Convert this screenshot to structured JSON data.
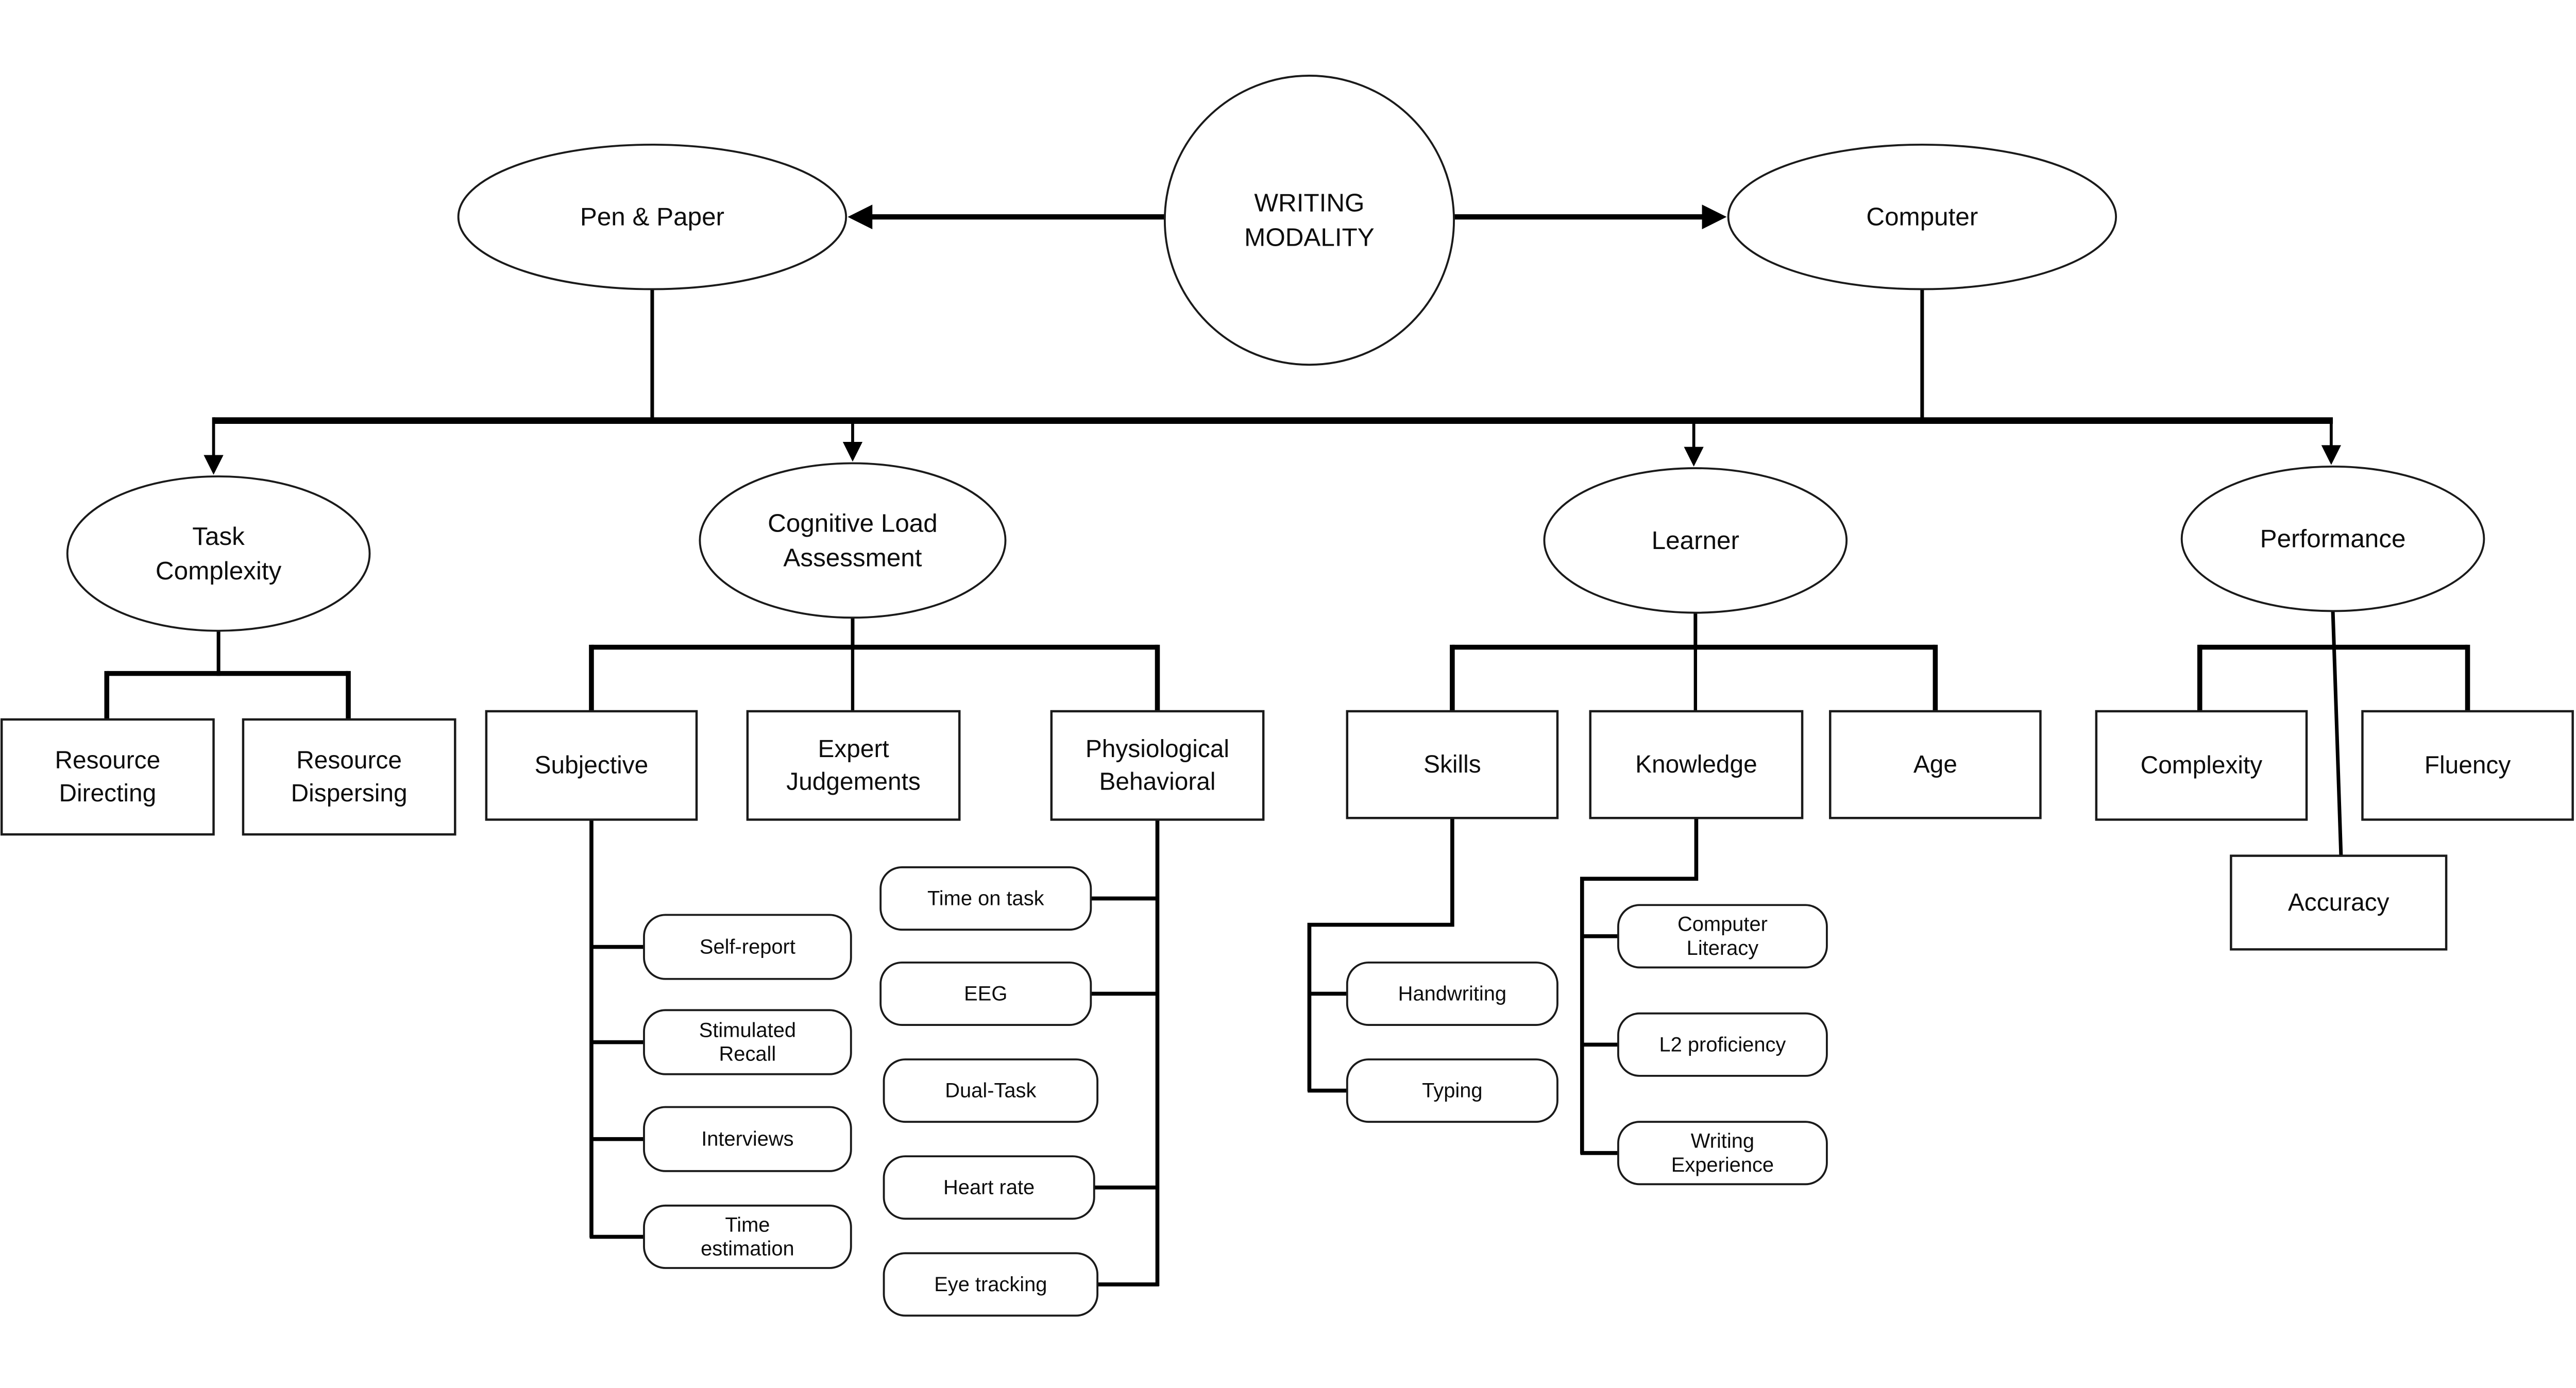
{
  "diagram": {
    "title": "WRITING MODALITY",
    "colors": {
      "background": "#ffffff",
      "line": "#000000",
      "node_border": "#1a1a1a",
      "text": "#0d0d0d"
    },
    "nodes": [
      {
        "id": "writing-modality",
        "shape": "ellipse",
        "label_lines": [
          "WRITING",
          "MODALITY"
        ]
      },
      {
        "id": "pen-paper",
        "shape": "ellipse",
        "label_lines": [
          "Pen & Paper"
        ]
      },
      {
        "id": "computer",
        "shape": "ellipse",
        "label_lines": [
          "Computer"
        ]
      },
      {
        "id": "task-complexity",
        "shape": "ellipse",
        "label_lines": [
          "Task",
          "Complexity"
        ]
      },
      {
        "id": "cognitive-load-assessment",
        "shape": "ellipse",
        "label_lines": [
          "Cognitive Load",
          "Assessment"
        ]
      },
      {
        "id": "learner",
        "shape": "ellipse",
        "label_lines": [
          "Learner"
        ]
      },
      {
        "id": "performance",
        "shape": "ellipse",
        "label_lines": [
          "Performance"
        ]
      },
      {
        "id": "resource-directing",
        "shape": "rect",
        "label_lines": [
          "Resource",
          "Directing"
        ]
      },
      {
        "id": "resource-dispersing",
        "shape": "rect",
        "label_lines": [
          "Resource",
          "Dispersing"
        ]
      },
      {
        "id": "subjective",
        "shape": "rect",
        "label_lines": [
          "Subjective"
        ]
      },
      {
        "id": "expert-judgements",
        "shape": "rect",
        "label_lines": [
          "Expert",
          "Judgements"
        ]
      },
      {
        "id": "physiological-behavioral",
        "shape": "rect",
        "label_lines": [
          "Physiological",
          "Behavioral"
        ]
      },
      {
        "id": "skills",
        "shape": "rect",
        "label_lines": [
          "Skills"
        ]
      },
      {
        "id": "knowledge",
        "shape": "rect",
        "label_lines": [
          "Knowledge"
        ]
      },
      {
        "id": "age",
        "shape": "rect",
        "label_lines": [
          "Age"
        ]
      },
      {
        "id": "complexity",
        "shape": "rect",
        "label_lines": [
          "Complexity"
        ]
      },
      {
        "id": "fluency",
        "shape": "rect",
        "label_lines": [
          "Fluency"
        ]
      },
      {
        "id": "accuracy",
        "shape": "rect",
        "label_lines": [
          "Accuracy"
        ]
      },
      {
        "id": "self-report",
        "shape": "rounded",
        "label_lines": [
          "Self-report"
        ]
      },
      {
        "id": "stimulated-recall",
        "shape": "rounded",
        "label_lines": [
          "Stimulated",
          "Recall"
        ]
      },
      {
        "id": "interviews",
        "shape": "rounded",
        "label_lines": [
          "Interviews"
        ]
      },
      {
        "id": "time-estimation",
        "shape": "rounded",
        "label_lines": [
          "Time",
          "estimation"
        ]
      },
      {
        "id": "time-on-task",
        "shape": "rounded",
        "label_lines": [
          "Time on task"
        ]
      },
      {
        "id": "eeg",
        "shape": "rounded",
        "label_lines": [
          "EEG"
        ]
      },
      {
        "id": "dual-task",
        "shape": "rounded",
        "label_lines": [
          "Dual-Task"
        ]
      },
      {
        "id": "heart-rate",
        "shape": "rounded",
        "label_lines": [
          "Heart rate"
        ]
      },
      {
        "id": "eye-tracking",
        "shape": "rounded",
        "label_lines": [
          "Eye tracking"
        ]
      },
      {
        "id": "handwriting",
        "shape": "rounded",
        "label_lines": [
          "Handwriting"
        ]
      },
      {
        "id": "typing",
        "shape": "rounded",
        "label_lines": [
          "Typing"
        ]
      },
      {
        "id": "computer-literacy",
        "shape": "rounded",
        "label_lines": [
          "Computer",
          "Literacy"
        ]
      },
      {
        "id": "l2-proficiency",
        "shape": "rounded",
        "label_lines": [
          "L2 proficiency"
        ]
      },
      {
        "id": "writing-experience",
        "shape": "rounded",
        "label_lines": [
          "Writing",
          "Experience"
        ]
      }
    ],
    "hierarchy": {
      "writing-modality": [
        "pen-paper",
        "computer"
      ],
      "modalities-shared-branches": [
        "task-complexity",
        "cognitive-load-assessment",
        "learner",
        "performance"
      ],
      "task-complexity": [
        "resource-directing",
        "resource-dispersing"
      ],
      "cognitive-load-assessment": [
        "subjective",
        "expert-judgements",
        "physiological-behavioral"
      ],
      "subjective": [
        "self-report",
        "stimulated-recall",
        "interviews",
        "time-estimation"
      ],
      "physiological-behavioral": [
        "time-on-task",
        "eeg",
        "dual-task",
        "heart-rate",
        "eye-tracking"
      ],
      "learner": [
        "skills",
        "knowledge",
        "age"
      ],
      "skills": [
        "handwriting",
        "typing"
      ],
      "knowledge": [
        "computer-literacy",
        "l2-proficiency",
        "writing-experience"
      ],
      "performance": [
        "complexity",
        "fluency",
        "accuracy"
      ]
    }
  }
}
